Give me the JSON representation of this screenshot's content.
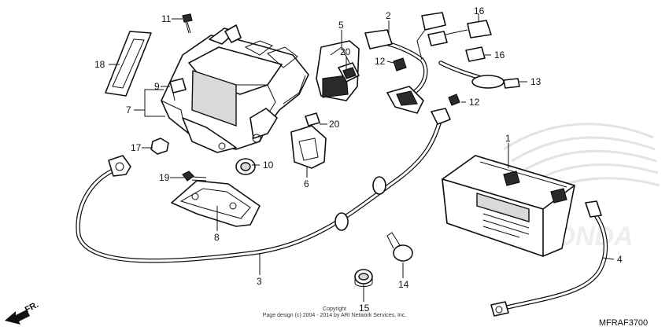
{
  "diagram": {
    "callouts": {
      "c1": "1",
      "c2": "2",
      "c3": "3",
      "c4": "4",
      "c5": "5",
      "c6": "6",
      "c7": "7",
      "c8": "8",
      "c9": "9",
      "c10": "10",
      "c11": "11",
      "c12a": "12",
      "c12b": "12",
      "c13": "13",
      "c14": "14",
      "c15": "15",
      "c16a": "16",
      "c16b": "16",
      "c17": "17",
      "c18": "18",
      "c19": "19",
      "c20a": "20",
      "c20b": "20"
    },
    "copyright_line1": "Copyright",
    "copyright_line2": "Page design (c) 2004 - 2014 by ARI Network Services, Inc.",
    "diagram_code": "MFRAF3700",
    "front_indicator": "FR."
  }
}
